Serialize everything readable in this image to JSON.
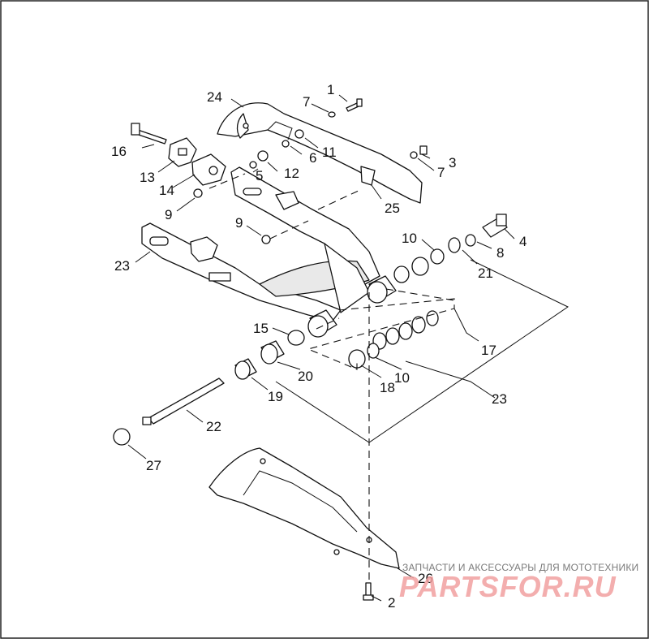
{
  "diagram": {
    "callouts": {
      "c1": "1",
      "c2": "2",
      "c3": "3",
      "c4": "4",
      "c5": "5",
      "c6": "6",
      "c7a": "7",
      "c7b": "7",
      "c8": "8",
      "c9a": "9",
      "c9b": "9",
      "c10a": "10",
      "c10b": "10",
      "c11": "11",
      "c12": "12",
      "c13": "13",
      "c14": "14",
      "c15": "15",
      "c16": "16",
      "c17": "17",
      "c18": "18",
      "c19": "19",
      "c20": "20",
      "c21": "21",
      "c22": "22",
      "c23a": "23",
      "c23b": "23",
      "c24": "24",
      "c25": "25",
      "c26": "26",
      "c27": "27"
    }
  },
  "watermark": {
    "tagline": "ЗАПЧАСТИ И АКСЕССУАРЫ ДЛЯ МОТОТЕХНИКИ",
    "logo_text": "PARTSFOR.RU",
    "color": "#f2a0a0"
  }
}
